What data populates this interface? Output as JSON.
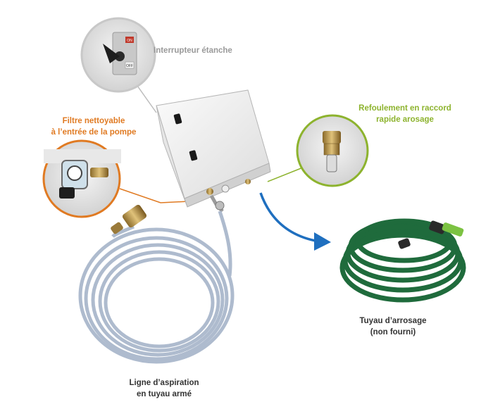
{
  "labels": {
    "switch": "Interrupteur étanche",
    "filter_line1": "Filtre nettoyable",
    "filter_line2": "à l’entrée de la pompe",
    "outlet_line1": "Refoulement en raccord",
    "outlet_line2": "rapide arosage",
    "garden_hose_line1": "Tuyau d’arrosage",
    "garden_hose_line2": "(non fourni)",
    "suction_line1": "Ligne d’aspiration",
    "suction_line2": "en tuyau armé"
  },
  "switch_marks": {
    "on": "ON",
    "off": "OFF"
  },
  "colors": {
    "filter_accent": "#e07a22",
    "outlet_accent": "#8db32e",
    "switch_text": "#9a9a9a",
    "arrow": "#1f6fbf",
    "garden_hose": "#1f6b3c",
    "suction_hose": "#aab8cc"
  }
}
